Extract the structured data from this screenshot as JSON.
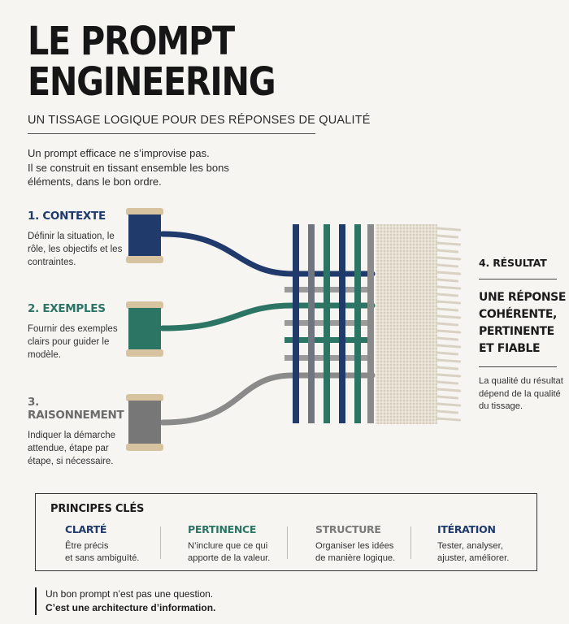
{
  "header": {
    "title_line1": "LE PROMPT",
    "title_line2": "ENGINEERING",
    "subtitle": "UN TISSAGE LOGIQUE POUR DES RÉPONSES DE QUALITÉ"
  },
  "intro": {
    "line1": "Un prompt efficace ne s’improvise pas.",
    "line2": "Il se construit en tissant ensemble les bons",
    "line3": "éléments, dans le bon ordre."
  },
  "steps": [
    {
      "title": "1. CONTEXTE",
      "desc": "Définir la situation, le rôle, les objectifs et les contraintes.",
      "color": "#1f3a6b"
    },
    {
      "title": "2. EXEMPLES",
      "desc": "Fournir des exemples clairs pour guider le modèle.",
      "color": "#2c7565"
    },
    {
      "title": "3. RAISONNEMENT",
      "desc": "Indiquer la démarche attendue, étape par étape, si nécessaire.",
      "color": "#7a7a7a"
    }
  ],
  "result": {
    "label": "4. RÉSULTAT",
    "headline_line1": "UNE RÉPONSE",
    "headline_line2": "COHÉRENTE,",
    "headline_line3": "PERTINENTE",
    "headline_line4": "ET FIABLE",
    "desc": "La qualité du résultat dépend de la qualité du tissage."
  },
  "principles": {
    "title": "PRINCIPES CLÉS",
    "items": [
      {
        "name": "CLARTÉ",
        "line1": "Être précis",
        "line2": "et sans ambiguïté.",
        "color": "#1f3a6b"
      },
      {
        "name": "PERTINENCE",
        "line1": "N’inclure que ce qui",
        "line2": "apporte de la valeur.",
        "color": "#2c7565"
      },
      {
        "name": "STRUCTURE",
        "line1": "Organiser les idées",
        "line2": "de manière logique.",
        "color": "#7a7a7a"
      },
      {
        "name": "ITÉRATION",
        "line1": "Tester, analyser,",
        "line2": "ajuster, améliorer.",
        "color": "#1f3a6b"
      }
    ]
  },
  "quote": {
    "line1": "Un bon prompt n’est pas une question.",
    "line2": "C’est une architecture d’information."
  },
  "colors": {
    "navy": "#1f3a6b",
    "teal": "#2c7565",
    "gray": "#7a7a7a",
    "linen": "#e4ddd0",
    "wood": "#d8c3a0"
  }
}
